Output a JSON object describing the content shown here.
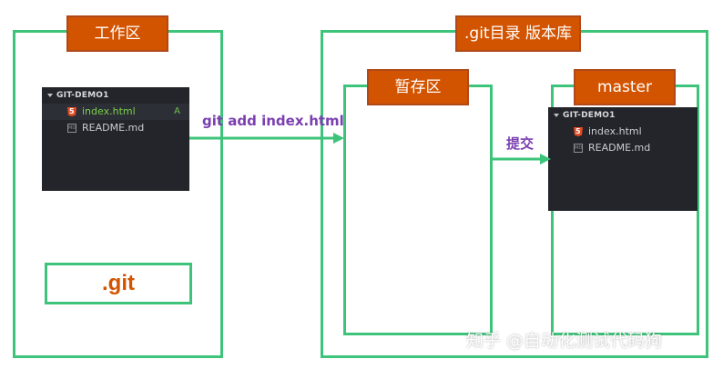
{
  "workspace": {
    "title": "工作区",
    "gitdir_label": ".git"
  },
  "repo": {
    "title": ".git目录 版本库"
  },
  "stage": {
    "title": "暂存区"
  },
  "master": {
    "title": "master"
  },
  "explorer_left": {
    "header": "GIT-DEMO1",
    "files": [
      {
        "name": "index.html",
        "icon": "html5-icon",
        "status": "A"
      },
      {
        "name": "README.md",
        "icon": "markdown-icon",
        "status": ""
      }
    ]
  },
  "explorer_right": {
    "header": "GIT-DEMO1",
    "files": [
      {
        "name": "index.html",
        "icon": "html5-icon"
      },
      {
        "name": "README.md",
        "icon": "markdown-icon"
      }
    ]
  },
  "arrows": {
    "add_label": "git add index.html",
    "commit_label": "提交"
  },
  "watermark": "知乎 @自动化测试代码狗",
  "colors": {
    "frame": "#3ec47a",
    "tag": "#d35400",
    "label": "#7b3fb1",
    "panel": "#23252a"
  }
}
